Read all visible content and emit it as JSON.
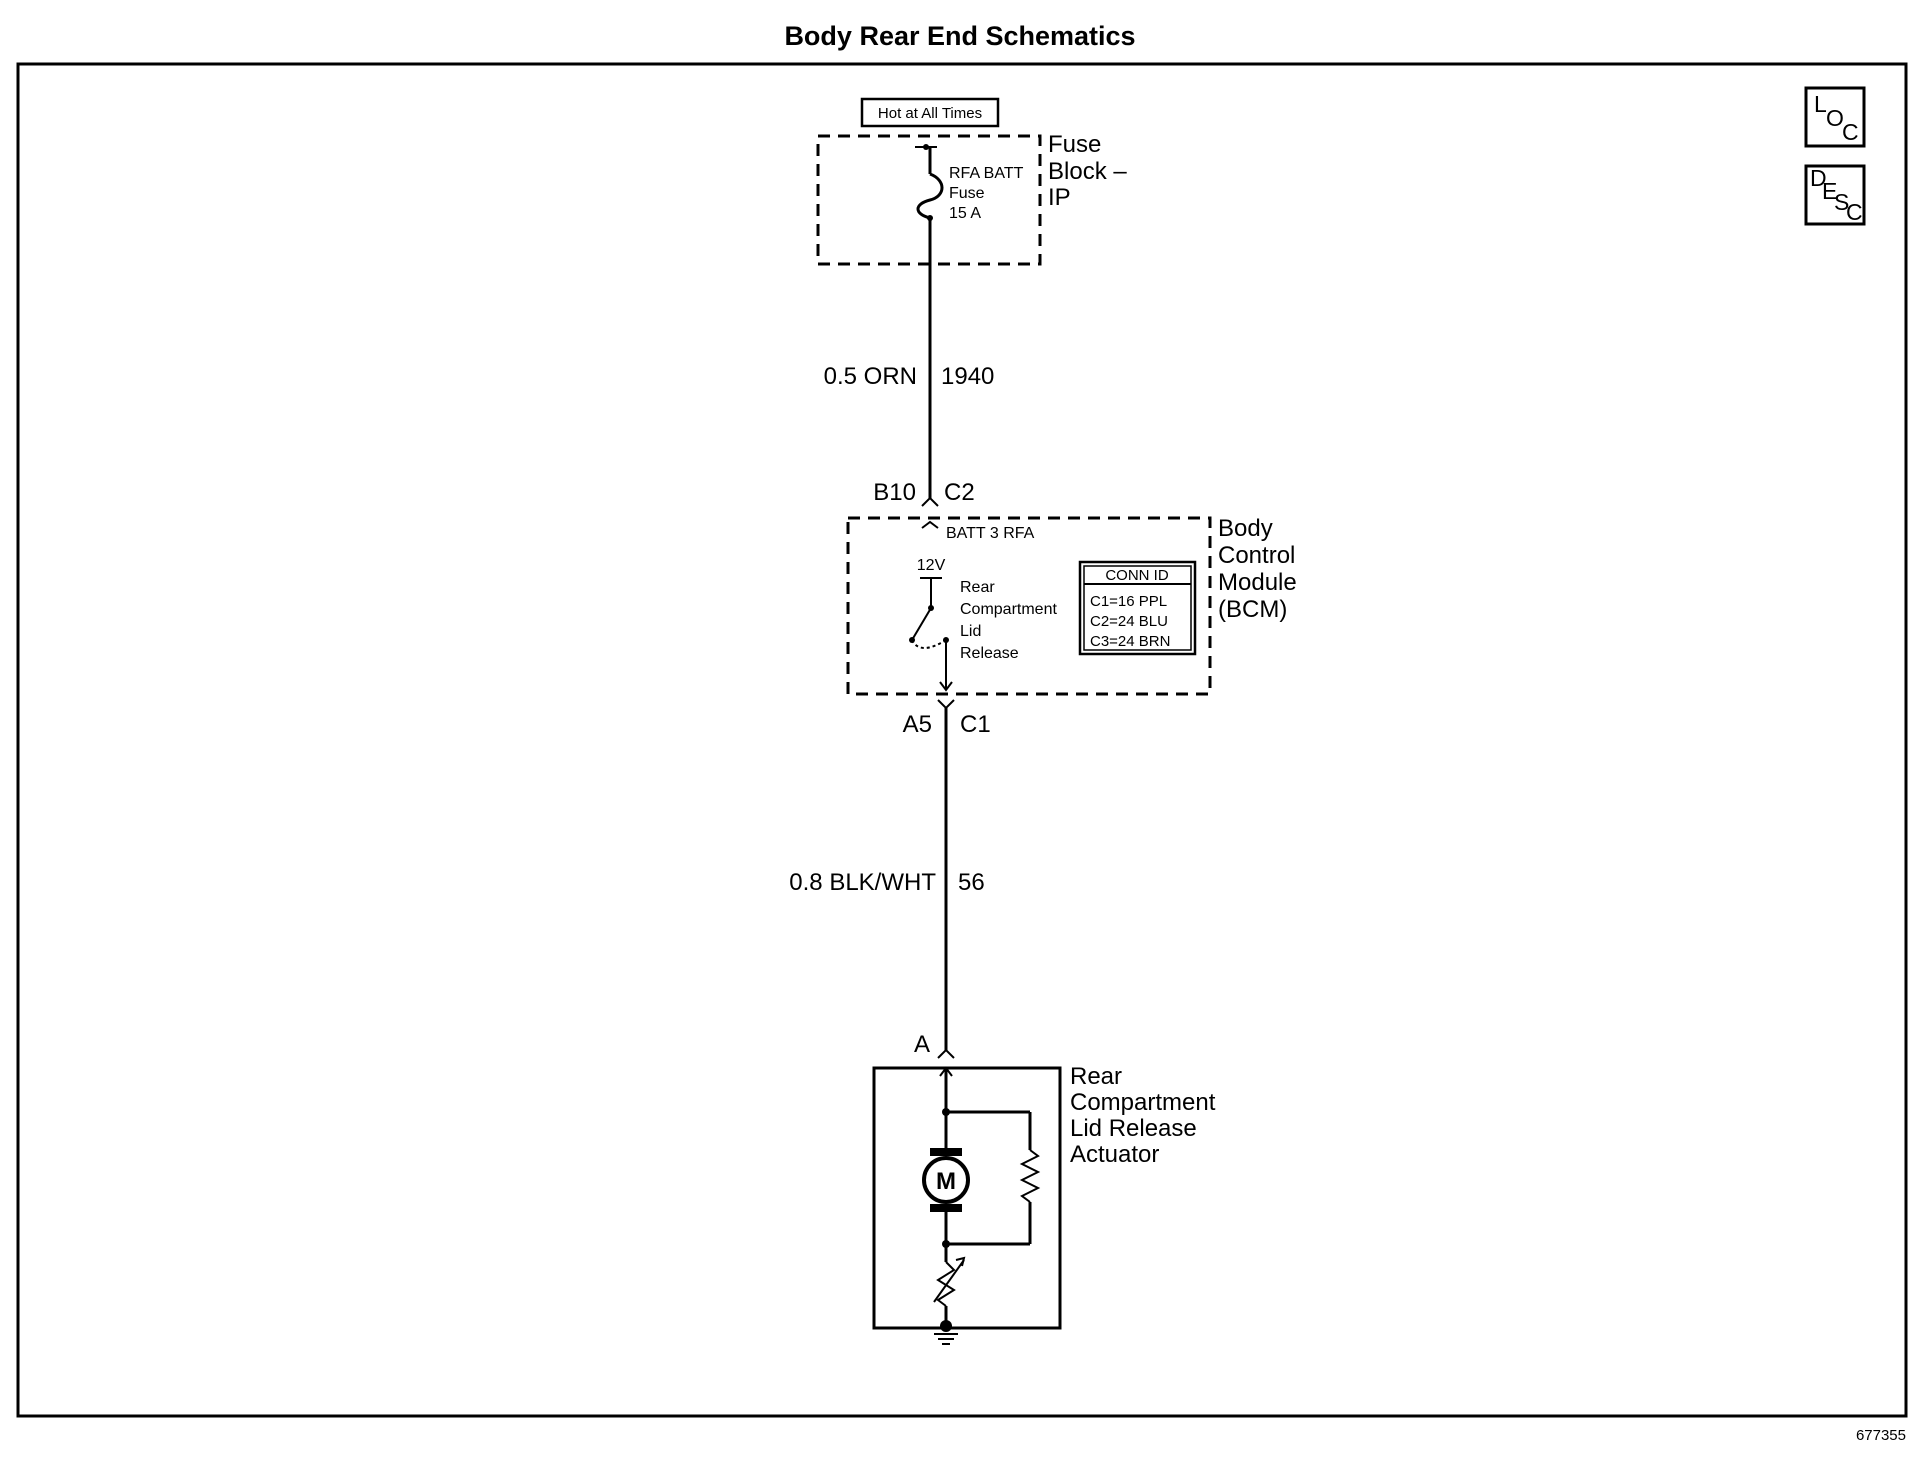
{
  "title": "Body Rear End Schematics",
  "figure_number": "677355",
  "corner_icons": {
    "loc": [
      "L",
      "O",
      "C"
    ],
    "desc": [
      "D",
      "E",
      "S",
      "C"
    ]
  },
  "power_source": {
    "label": "Hot at All Times"
  },
  "fuse_block": {
    "name_lines": [
      "Fuse",
      "Block –",
      "IP"
    ],
    "fuse_lines": [
      "RFA BATT",
      "Fuse",
      "15 A"
    ]
  },
  "wire_1": {
    "spec": "0.5 ORN",
    "circuit": "1940"
  },
  "bcm_connector_in": {
    "pin": "B10",
    "connector": "C2",
    "terminal": "BATT 3 RFA"
  },
  "bcm": {
    "name_lines": [
      "Body",
      "Control",
      "Module",
      "(BCM)"
    ],
    "voltage": "12V",
    "switch_lines": [
      "Rear",
      "Compartment",
      "Lid",
      "Release"
    ],
    "conn_id": {
      "header": "CONN ID",
      "rows": [
        "C1=16 PPL",
        "C2=24 BLU",
        "C3=24 BRN"
      ]
    }
  },
  "bcm_connector_out": {
    "pin": "A5",
    "connector": "C1"
  },
  "wire_2": {
    "spec": "0.8 BLK/WHT",
    "circuit": "56"
  },
  "actuator": {
    "pin": "A",
    "name_lines": [
      "Rear",
      "Compartment",
      "Lid Release",
      "Actuator"
    ],
    "motor_symbol": "M"
  }
}
